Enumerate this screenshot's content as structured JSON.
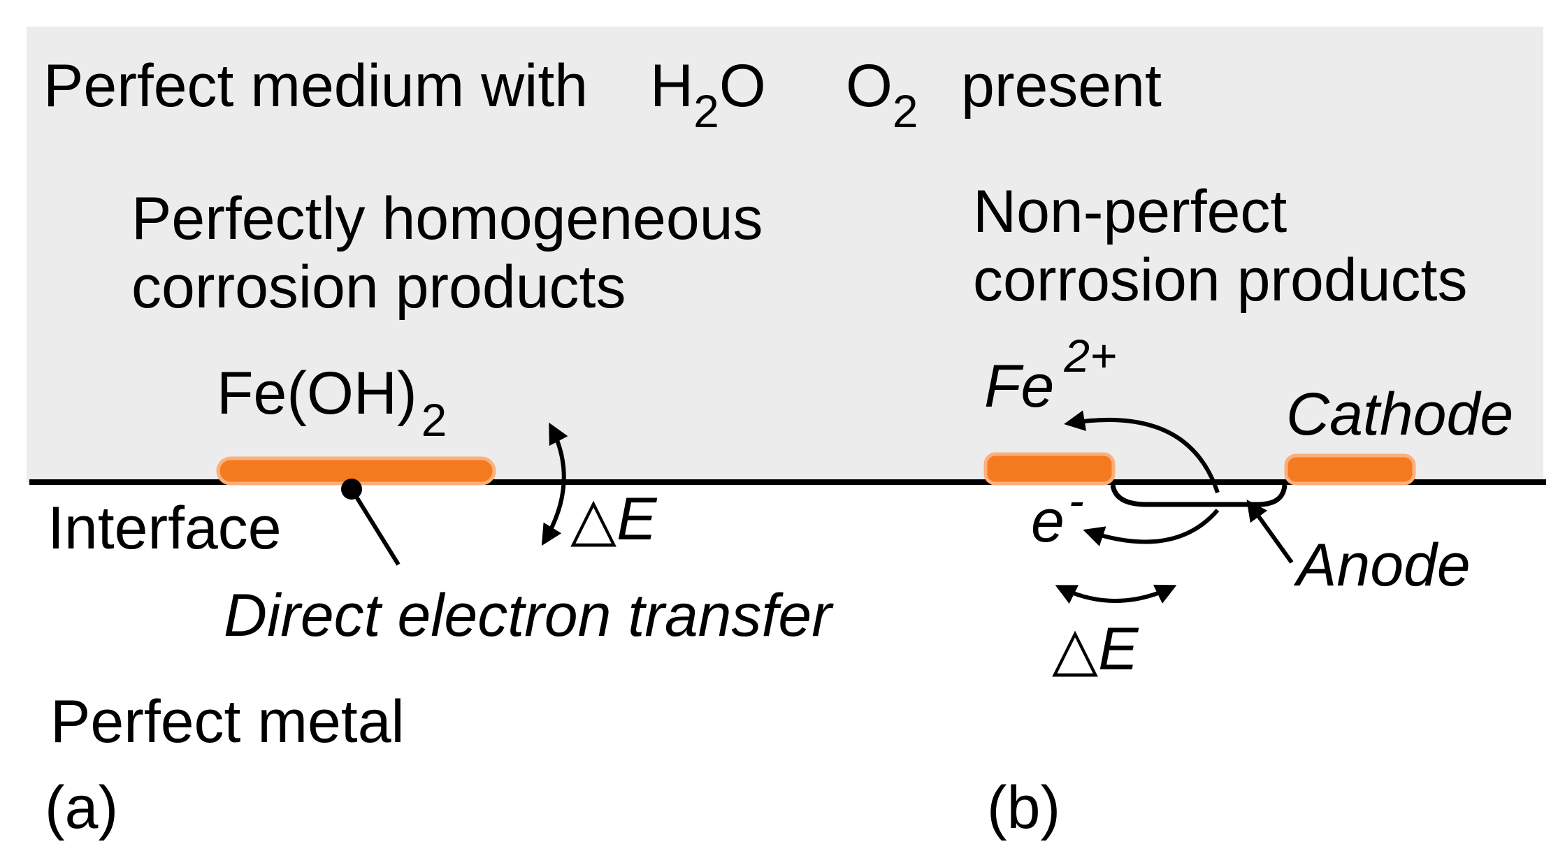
{
  "colors": {
    "medium_background": "#ececec",
    "corrosion_product": "#f47a20",
    "line": "#000000"
  },
  "medium": {
    "text_before": "Perfect medium with",
    "h2o_h": "H",
    "h2o_sub": "2",
    "h2o_o": "O",
    "o2_o": "O",
    "o2_sub": "2",
    "text_after": "present"
  },
  "panel_a": {
    "heading_line1": "Perfectly homogeneous",
    "heading_line2": "corrosion products",
    "product_label": "Fe(OH)",
    "product_sub": "2",
    "interface_label": "Interface",
    "electron_transfer_label": "Direct electron transfer",
    "delta_e_label": "△E",
    "metal_label": "Perfect metal",
    "panel_label": "(a)"
  },
  "panel_b": {
    "heading_line1": "Non-perfect",
    "heading_line2": "corrosion products",
    "ion_label": "Fe",
    "ion_charge": "2+",
    "cathode_label": "Cathode",
    "electron_label": "e",
    "electron_charge": "-",
    "anode_label": "Anode",
    "delta_e_label": "△E",
    "panel_label": "(b)"
  }
}
